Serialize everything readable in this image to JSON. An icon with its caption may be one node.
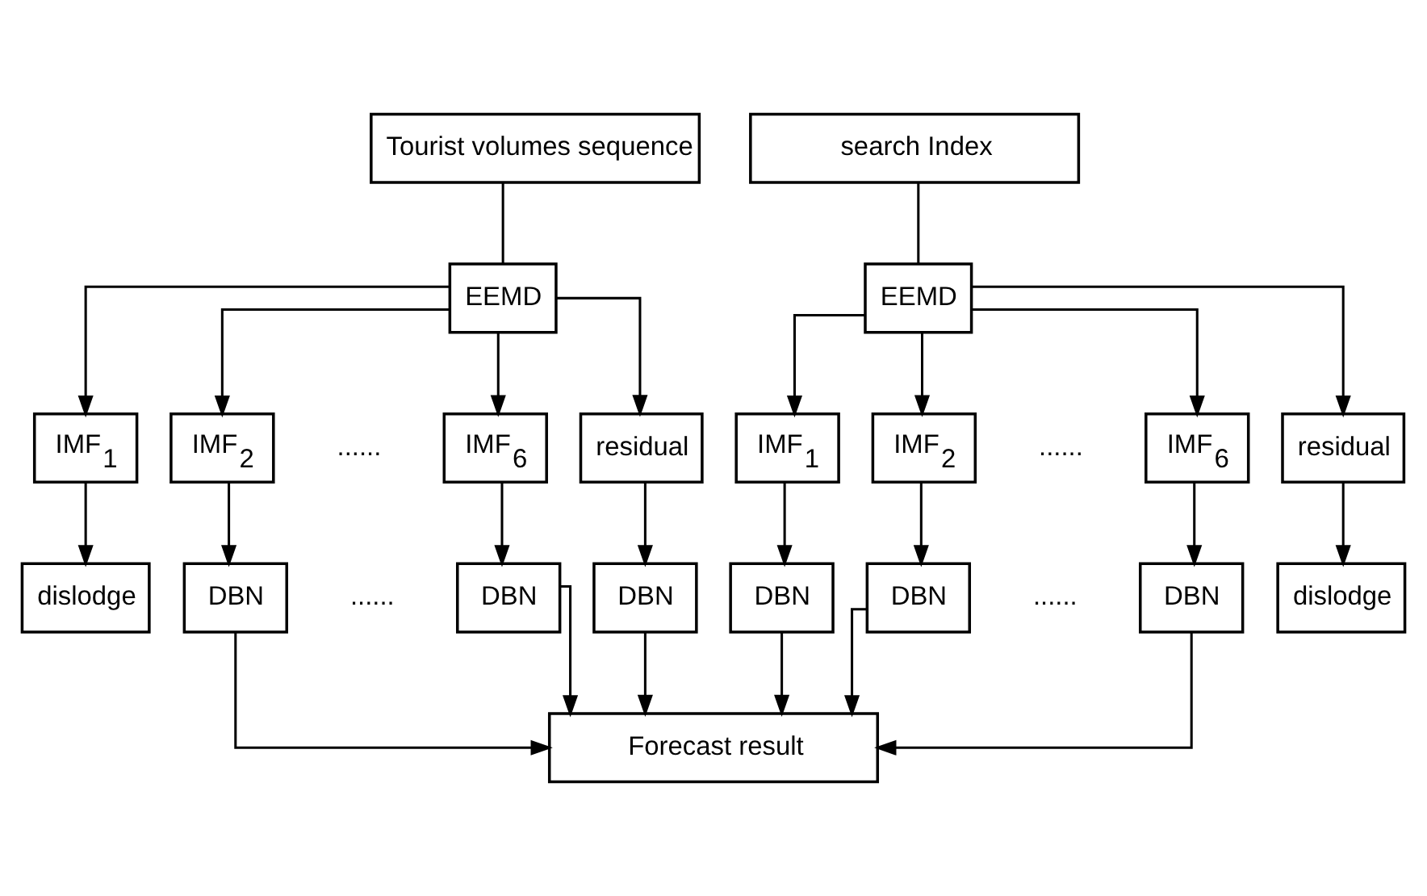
{
  "diagram": {
    "nodes": [
      {
        "text": [
          "Tourist volumes sequence"
        ]
      },
      {
        "text": [
          "EEMD"
        ]
      },
      {
        "text": [
          "IMF$_{1}$"
        ]
      },
      {
        "text": [
          "IMF$_{2}$"
        ]
      },
      {
        "text": [
          "IMF$_{6}$"
        ]
      },
      {
        "text": [
          "residual"
        ]
      },
      {
        "text": [
          "search Index"
        ]
      },
      {
        "text": [
          "EEMD"
        ]
      },
      {
        "text": [
          "IMF$_{1}$"
        ]
      },
      {
        "text": [
          "IMF$_{2}$"
        ]
      },
      {
        "text": [
          "IMF$_{6}$"
        ]
      },
      {
        "text": [
          "residual"
        ]
      },
      {
        "text": [
          "dislodge"
        ]
      },
      {
        "text": [
          "DBN"
        ]
      },
      {
        "text": [
          "DBN"
        ]
      },
      {
        "text": [
          "DBN"
        ]
      },
      {
        "text": [
          "DBN"
        ]
      },
      {
        "text": [
          "DBN"
        ]
      },
      {
        "text": [
          "DBN"
        ]
      },
      {
        "text": [
          "dislodge"
        ]
      },
      {
        "text": [
          "Forecast result"
        ]
      }
    ],
    "edges": [
      {
        "from": 0,
        "to": 1,
        "arrow": "none"
      },
      {
        "from": 1,
        "to": 2,
        "arrow": "to"
      },
      {
        "from": 1,
        "to": 3,
        "arrow": "to"
      },
      {
        "from": 1,
        "to": 4,
        "arrow": "to"
      },
      {
        "from": 1,
        "to": 5,
        "arrow": "to"
      },
      {
        "from": 6,
        "to": 7,
        "arrow": "none"
      },
      {
        "from": 7,
        "to": 8,
        "arrow": "to"
      },
      {
        "from": 7,
        "to": 9,
        "arrow": "to"
      },
      {
        "from": 7,
        "to": 10,
        "arrow": "to"
      },
      {
        "from": 7,
        "to": 11,
        "arrow": "to"
      },
      {
        "from": 2,
        "to": 12,
        "arrow": "to"
      },
      {
        "from": 3,
        "to": 13,
        "arrow": "to"
      },
      {
        "from": 4,
        "to": 14,
        "arrow": "to"
      },
      {
        "from": 5,
        "to": 15,
        "arrow": "to"
      },
      {
        "from": 8,
        "to": 16,
        "arrow": "to"
      },
      {
        "from": 9,
        "to": 17,
        "arrow": "to"
      },
      {
        "from": 10,
        "to": 18,
        "arrow": "to"
      },
      {
        "from": 11,
        "to": 19,
        "arrow": "to"
      },
      {
        "from": 13,
        "to": 20,
        "arrow": "to"
      },
      {
        "from": 14,
        "to": 20,
        "arrow": "to"
      },
      {
        "from": 15,
        "to": 20,
        "arrow": "to"
      },
      {
        "from": 16,
        "to": 20,
        "arrow": "to"
      },
      {
        "from": 17,
        "to": 20,
        "arrow": "to"
      },
      {
        "from": 18,
        "to": 20,
        "arrow": "to"
      }
    ],
    "labels": [
      "......",
      "......",
      "......",
      "......"
    ]
  }
}
